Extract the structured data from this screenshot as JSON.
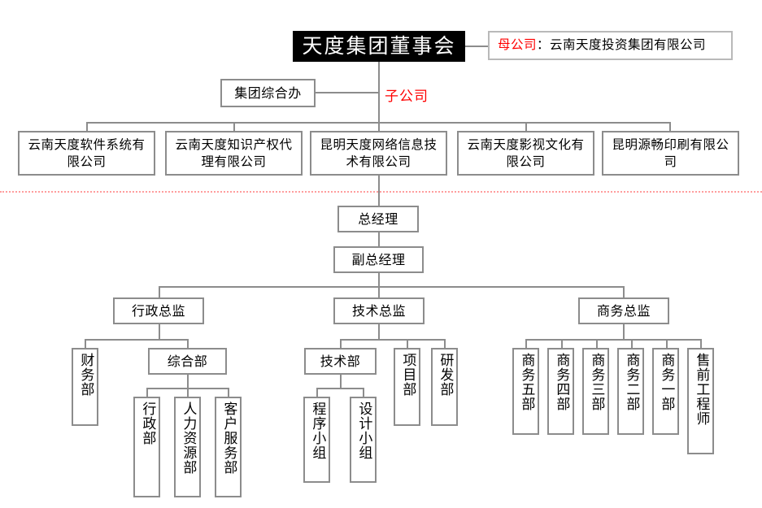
{
  "meta": {
    "title": "天度集团组织架构图",
    "accent_color": "#ff0000",
    "line_color": "#8c8c8c",
    "divider_color": "#ff9d9d",
    "title_box_bg": "#000000"
  },
  "top": {
    "board_title": "天度集团董事会",
    "parent_note_label": "母公司",
    "parent_note_sep": "：",
    "parent_note_value": "云南天度投资集团有限公司",
    "group_office": "集团综合办",
    "subsidiary_label": "子公司",
    "subsidiaries": [
      "云南天度软件系统有限公司",
      "云南天度知识产权代理有限公司",
      "昆明天度网络信息技术有限公司",
      "云南天度影视文化有限公司",
      "昆明源畅印刷有限公司"
    ]
  },
  "bottom": {
    "general_manager": "总经理",
    "deputy_general_manager": "副总经理",
    "directors": [
      "行政总监",
      "技术总监",
      "商务总监"
    ],
    "admin_departments": [
      "财务部",
      "综合部"
    ],
    "general_affairs_children": [
      "行政部",
      "人力资源部",
      "客户服务部"
    ],
    "tech_departments": [
      "技术部",
      "项目部",
      "研发部"
    ],
    "tech_children": [
      "程序小组",
      "设计小组"
    ],
    "business_departments": [
      "商务五部",
      "商务四部",
      "商务三部",
      "商务二部",
      "商务一部",
      "售前工程师"
    ]
  }
}
